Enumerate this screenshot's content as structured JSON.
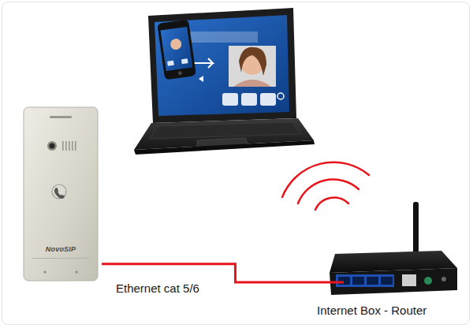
{
  "diagram": {
    "nodes": [
      {
        "text": [
          "NovoSIP"
        ]
      },
      {
        "text": [
          "Internet Box - Router"
        ]
      }
    ],
    "edges": [
      {
        "from": 0,
        "to": 1,
        "arrow": "none",
        "label": "Ethernet cat 5/6"
      }
    ]
  }
}
